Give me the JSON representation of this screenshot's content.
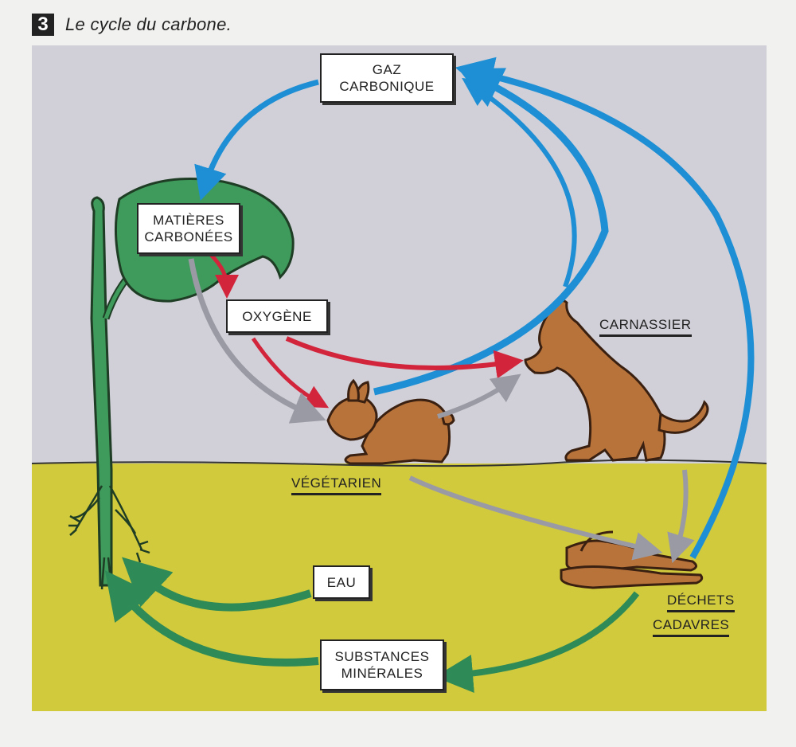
{
  "header": {
    "number": "3",
    "caption": "Le cycle du carbone."
  },
  "boxes": {
    "gaz_carbonique": "GAZ\nCARBONIQUE",
    "matieres_carbonees": "MATIÈRES\nCARBONÉES",
    "oxygene": "OXYGÈNE",
    "eau": "EAU",
    "substances_minerales": "SUBSTANCES\nMINÉRALES"
  },
  "labels": {
    "carnassier": "CARNASSIER",
    "vegetarien": "VÉGÉTARIEN",
    "dechets": "DÉCHETS",
    "cadavres": "CADAVRES"
  },
  "colors": {
    "sky": "#d1d0d8",
    "ground": "#d1ca3c",
    "plant": "#3f9b5c",
    "animal": "#b8733b",
    "co2_arrow": "#1e8fd4",
    "o2_arrow": "#d2253b",
    "matter_arrow": "#9a9aa4",
    "mineral_arrow": "#2e8a56"
  }
}
